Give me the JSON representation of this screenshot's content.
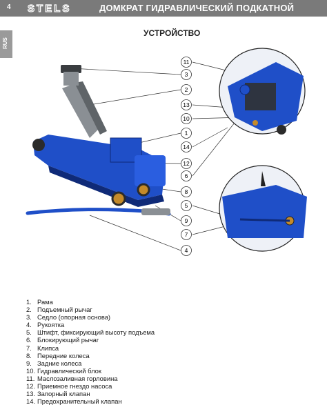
{
  "header": {
    "page_number": "4",
    "brand": "STELS",
    "title": "ДОМКРАТ ГИДРАВЛИЧЕСКИЙ ПОДКАТНОЙ",
    "lang_tab": "RUS"
  },
  "section_title": "УСТРОЙСТВО",
  "callouts": [
    "11",
    "3",
    "2",
    "13",
    "10",
    "1",
    "14",
    "12",
    "6",
    "8",
    "5",
    "9",
    "7",
    "4"
  ],
  "parts": [
    {
      "num": "1.",
      "label": "Рама"
    },
    {
      "num": "2.",
      "label": "Подъемный рычаг"
    },
    {
      "num": "3.",
      "label": "Седло (опорная основа)"
    },
    {
      "num": "4.",
      "label": "Рукоятка"
    },
    {
      "num": "5.",
      "label": "Штифт, фиксирующий высоту подъема"
    },
    {
      "num": "6.",
      "label": "Блокирующий рычаг"
    },
    {
      "num": "7.",
      "label": "Клипса"
    },
    {
      "num": "8.",
      "label": "Передние колеса"
    },
    {
      "num": "9.",
      "label": "Задние колеса"
    },
    {
      "num": "10.",
      "label": "Гидравлический блок"
    },
    {
      "num": "11.",
      "label": "Маслозаливная горловина"
    },
    {
      "num": "12.",
      "label": "Приемное гнездо насоса"
    },
    {
      "num": "13.",
      "label": "Запорный клапан"
    },
    {
      "num": "14.",
      "label": "Предохранительный клапан"
    }
  ],
  "colors": {
    "header": "#7a7a7a",
    "jack_blue": "#1f4fc8",
    "jack_dark": "#0f2a78",
    "saddle_grey": "#8a8f94"
  }
}
